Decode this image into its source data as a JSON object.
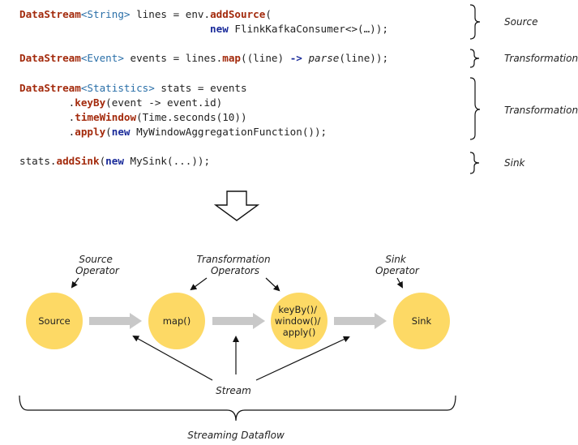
{
  "code": {
    "line1": {
      "type": "DataStream",
      "lt": "<",
      "generic": "String",
      "gt": ">",
      "rest1": " lines = env.",
      "method": "addSource",
      "rest2": "("
    },
    "line2": {
      "indent": "                               ",
      "kw": "new",
      "rest": " FlinkKafkaConsumer<>(…));"
    },
    "line3": {
      "type": "DataStream",
      "lt": "<",
      "generic": "Event",
      "gt": ">",
      "rest1": " events = lines.",
      "method": "map",
      "rest2": "((line) ",
      "arrow": "->",
      "sp": " ",
      "parse": "parse",
      "rest3": "(line));"
    },
    "line4": {
      "type": "DataStream",
      "lt": "<",
      "generic": "Statistics",
      "gt": ">",
      "rest1": " stats = events"
    },
    "line5": {
      "indent": "        .",
      "method": "keyBy",
      "rest": "(event -> event.id)"
    },
    "line6": {
      "indent": "        .",
      "method": "timeWindow",
      "rest": "(Time.seconds(10))"
    },
    "line7": {
      "indent": "        .",
      "method": "apply",
      "rest1": "(",
      "kw": "new",
      "rest2": " MyWindowAggregationFunction());"
    },
    "line8": {
      "rest1": "stats.",
      "method": "addSink",
      "rest2": "(",
      "kw": "new",
      "rest3": " MySink(...));"
    }
  },
  "tags": {
    "source": "Source",
    "transformation_1": "Transformation",
    "transformation_2": "Transformation",
    "sink": "Sink"
  },
  "dataflow": {
    "source_operator_label": [
      "Source",
      "Operator"
    ],
    "transformation_operators_label": [
      "Transformation",
      "Operators"
    ],
    "sink_operator_label": [
      "Sink",
      "Operator"
    ],
    "nodes": {
      "source": [
        "Source"
      ],
      "map": [
        "map()"
      ],
      "keyby": [
        "keyBy()/",
        "window()/",
        "apply()"
      ],
      "sink": [
        "Sink"
      ]
    },
    "stream_label": "Stream",
    "streaming_dataflow_label": "Streaming Dataflow"
  },
  "colors": {
    "node_fill": "#fdd965",
    "stream_arrow": "#c8c8c8",
    "keyword": "#a32a0c",
    "type_param": "#2a6fa8"
  }
}
